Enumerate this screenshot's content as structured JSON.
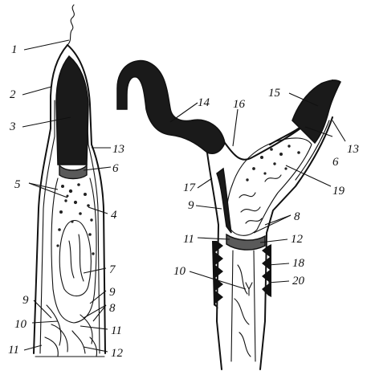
{
  "figure": {
    "labels": [
      "1",
      "2",
      "3",
      "13",
      "6",
      "5",
      "4",
      "7",
      "9",
      "8",
      "9",
      "10",
      "11",
      "11",
      "12",
      "14",
      "15",
      "16",
      "13",
      "6",
      "17",
      "19",
      "9",
      "8",
      "11",
      "12",
      "18",
      "10",
      "20"
    ]
  }
}
